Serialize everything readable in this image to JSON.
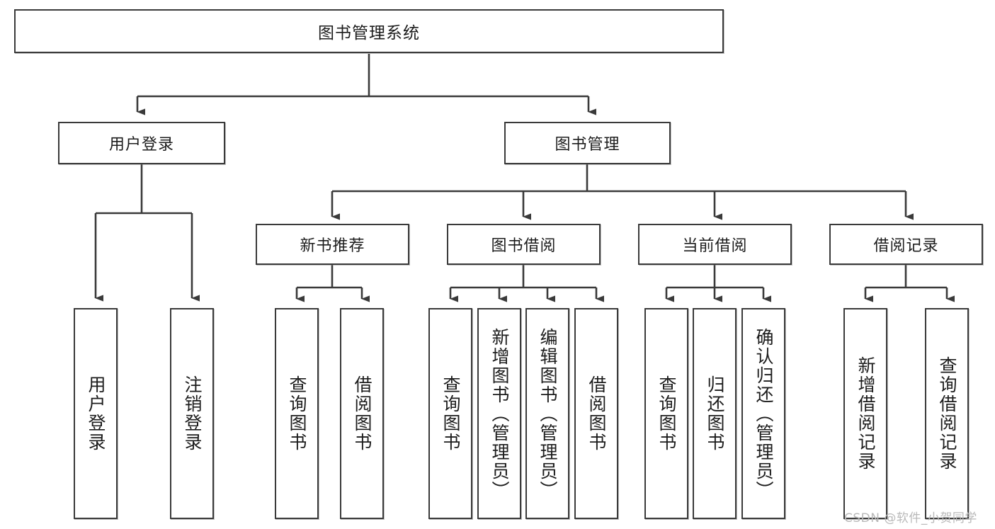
{
  "diagram": {
    "kind": "functional-structure-tree",
    "title": "图书管理系统",
    "watermark": "CSDN @软件_小贺同学",
    "colors": {
      "box_border": "#3a3a3a",
      "box_fill": "#ffffff",
      "connector": "#3a3a3a",
      "text": "#1c1c1c",
      "watermark": "#b9b9b9",
      "background": "#ffffff"
    },
    "root": {
      "id": "root",
      "label": "图书管理系统"
    },
    "level2": [
      {
        "id": "user-login",
        "label": "用户登录"
      },
      {
        "id": "book-manage",
        "label": "图书管理"
      }
    ],
    "level3": [
      {
        "id": "new-book-rec",
        "label": "新书推荐",
        "parent": "book-manage"
      },
      {
        "id": "book-borrow",
        "label": "图书借阅",
        "parent": "book-manage"
      },
      {
        "id": "current-borrow",
        "label": "当前借阅",
        "parent": "book-manage"
      },
      {
        "id": "borrow-record",
        "label": "借阅记录",
        "parent": "book-manage"
      }
    ],
    "leaves": [
      {
        "id": "leaf-user-login",
        "label": "用户登录",
        "parent": "user-login"
      },
      {
        "id": "leaf-logout-login",
        "label": "注销登录",
        "parent": "user-login"
      },
      {
        "id": "leaf-query-book-1",
        "label": "查询图书",
        "parent": "new-book-rec"
      },
      {
        "id": "leaf-borrow-book-1",
        "label": "借阅图书",
        "parent": "new-book-rec"
      },
      {
        "id": "leaf-query-book-2",
        "label": "查询图书",
        "parent": "book-borrow"
      },
      {
        "id": "leaf-add-book",
        "label": "新增图书（管理员）",
        "parent": "book-borrow"
      },
      {
        "id": "leaf-edit-book",
        "label": "编辑图书（管理员）",
        "parent": "book-borrow"
      },
      {
        "id": "leaf-borrow-book-2",
        "label": "借阅图书",
        "parent": "book-borrow"
      },
      {
        "id": "leaf-query-book-3",
        "label": "查询图书",
        "parent": "current-borrow"
      },
      {
        "id": "leaf-return-book",
        "label": "归还图书",
        "parent": "current-borrow"
      },
      {
        "id": "leaf-confirm-return",
        "label": "确认归还（管理员）",
        "parent": "current-borrow"
      },
      {
        "id": "leaf-add-record",
        "label": "新增借阅记录",
        "parent": "borrow-record"
      },
      {
        "id": "leaf-query-record",
        "label": "查询借阅记录",
        "parent": "borrow-record"
      }
    ]
  }
}
